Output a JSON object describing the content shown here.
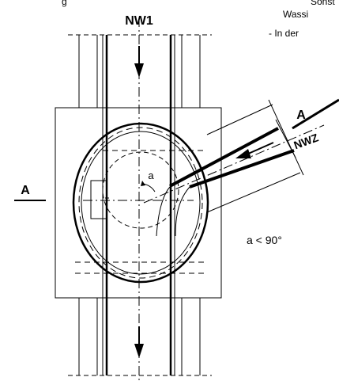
{
  "text_fragments": {
    "line1": "Sonst",
    "line2": "Wassi",
    "line3": "- In der"
  },
  "labels": {
    "main_pipe": "NW1",
    "branch_pipe": "NWZ",
    "section_left": "A",
    "section_right": "A",
    "angle_symbol": "a",
    "angle_condition": "a < 90°",
    "left_fragment": "g"
  },
  "colors": {
    "line": "#000000",
    "background": "#ffffff"
  }
}
